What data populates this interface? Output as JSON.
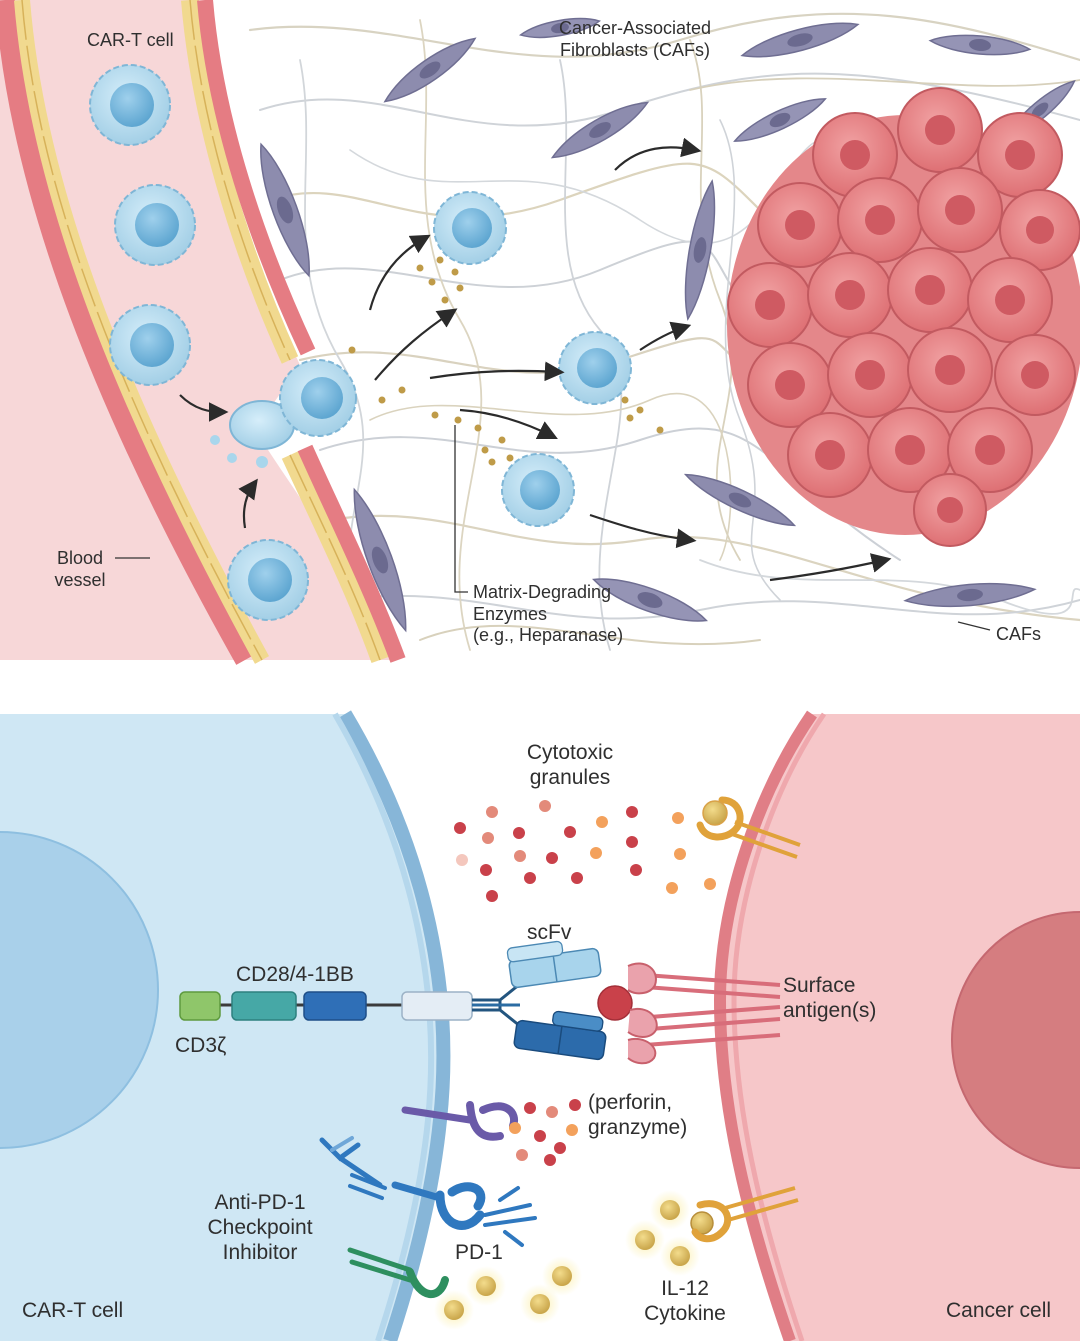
{
  "top_panel": {
    "car_t_cell": "CAR-T cell",
    "cafs_title_line1": "Cancer-Associated",
    "cafs_title_line2": "Fibroblasts (CAFs)",
    "blood_vessel_line1": "Blood",
    "blood_vessel_line2": "vessel",
    "enzymes_line1": "Matrix-Degrading",
    "enzymes_line2": "Enzymes",
    "enzymes_line3": "(e.g., Heparanase)",
    "cafs_short": "CAFs"
  },
  "bottom_panel": {
    "cytotoxic_line1": "Cytotoxic",
    "cytotoxic_line2": "granules",
    "scfv": "scFv",
    "cd28": "CD28/4-1BB",
    "cd3z": "CD3ζ",
    "antigen_line1": "Surface",
    "antigen_line2": "antigen(s)",
    "perforin_line1": "(perforin,",
    "perforin_line2": "granzyme)",
    "antipd1_line1": "Anti-PD-1",
    "antipd1_line2": "Checkpoint",
    "antipd1_line3": "Inhibitor",
    "pd1": "PD-1",
    "il12_line1": "IL-12",
    "il12_line2": "Cytokine",
    "car_t_cell": "CAR-T cell",
    "cancer_cell": "Cancer cell"
  },
  "colors": {
    "t_cell_blue": "#a9d6ec",
    "cancer_red": "#e5767a",
    "caf_purple": "#8d8cae",
    "vessel_pink": "#e9868a",
    "enzyme_gold": "#bf9b48",
    "granule_red": "#c9414a"
  }
}
